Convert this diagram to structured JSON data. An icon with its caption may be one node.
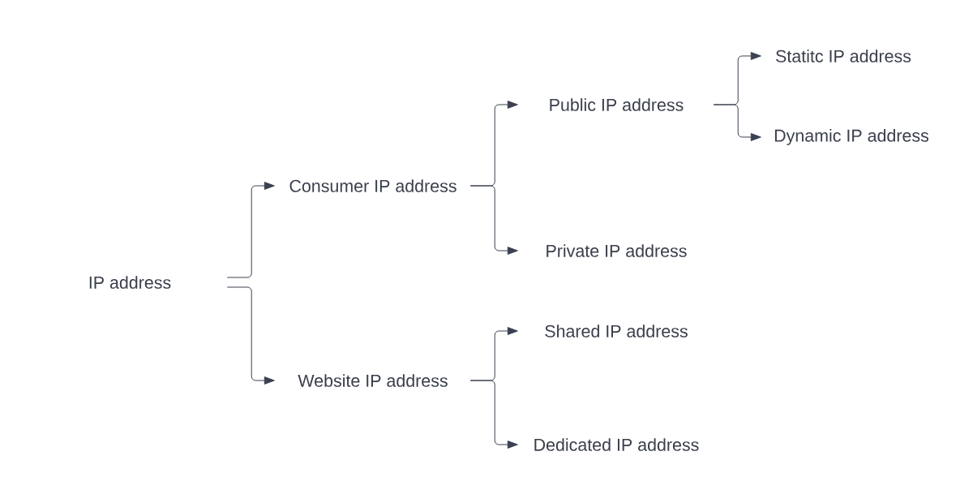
{
  "diagram": {
    "nodes": [
      {
        "text": [
          "IP address"
        ]
      },
      {
        "text": [
          "Consumer IP address"
        ]
      },
      {
        "text": [
          "Website IP address"
        ]
      },
      {
        "text": [
          "Public IP address"
        ]
      },
      {
        "text": [
          "Private IP address"
        ]
      },
      {
        "text": [
          "Shared IP address"
        ]
      },
      {
        "text": [
          "Dedicated IP address"
        ]
      },
      {
        "text": [
          "Statitc IP address"
        ]
      },
      {
        "text": [
          "Dynamic IP address"
        ]
      }
    ],
    "edges": [
      {
        "from": 0,
        "to": 1,
        "arrow": "to"
      },
      {
        "from": 0,
        "to": 2,
        "arrow": "to"
      },
      {
        "from": 1,
        "to": 3,
        "arrow": "to"
      },
      {
        "from": 1,
        "to": 4,
        "arrow": "to"
      },
      {
        "from": 2,
        "to": 5,
        "arrow": "to"
      },
      {
        "from": 2,
        "to": 6,
        "arrow": "to"
      },
      {
        "from": 3,
        "to": 7,
        "arrow": "to"
      },
      {
        "from": 3,
        "to": 8,
        "arrow": "to"
      }
    ]
  }
}
